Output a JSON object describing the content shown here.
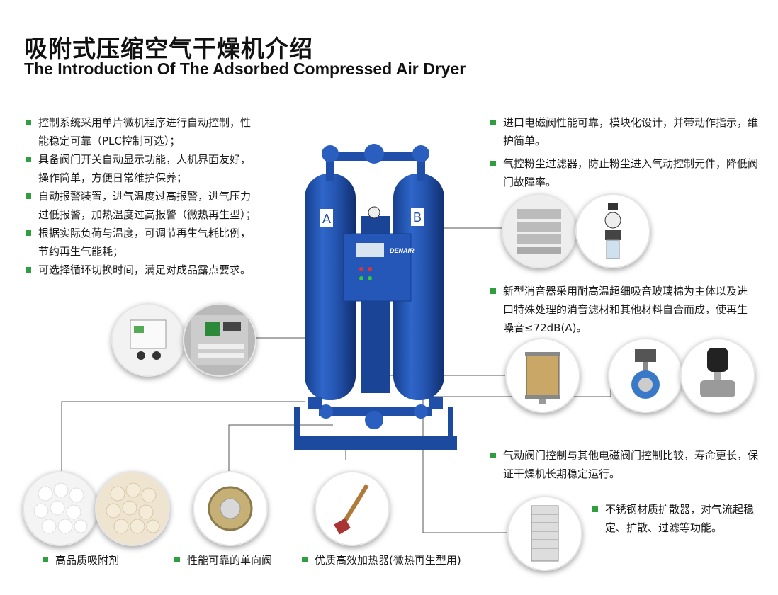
{
  "title": {
    "cn": "吸附式压缩空气干燥机介绍",
    "en": "The Introduction Of The Adsorbed Compressed Air Dryer"
  },
  "left_features": [
    "控制系统采用单片微机程序进行自动控制，性能稳定可靠（PLC控制可选）；",
    "具备阀门开关自动显示功能，人机界面友好，操作简单，方便日常维护保养；",
    "自动报警装置，进气温度过高报警，进气压力过低报警，加热温度过高报警（微热再生型）；",
    "根据实际负荷与温度，可调节再生气耗比例，节约再生气能耗；",
    "可选择循环切换时间，满足对成品露点要求。"
  ],
  "right_features_1": [
    "进口电磁阀性能可靠，模块化设计，并带动作指示，维护简单。",
    "气控粉尘过滤器，防止粉尘进入气动控制元件，降低阀门故障率。"
  ],
  "right_features_2": [
    "新型消音器采用耐高温超细吸音玻璃棉为主体以及进口特殊处理的消音滤材和其他材料自合而成，使再生噪音≤72dB(A)。"
  ],
  "right_features_3": [
    "气动阀门控制与其他电磁阀门控制比较，寿命更长，保证干燥机长期稳定运行。"
  ],
  "right_features_4": [
    "不锈钢材质扩散器，对气流起稳定、扩散、过滤等功能。"
  ],
  "captions": {
    "adsorbent": "高品质吸附剂",
    "check_valve": "性能可靠的单向阀",
    "heater": "优质高效加热器(微热再生型用)"
  },
  "machine": {
    "tank_a": "A",
    "tank_b": "B",
    "brand": "DENAIR"
  },
  "colors": {
    "accent_green": "#2e9e3e",
    "machine_blue": "#1f4fa8",
    "leader_line": "#555555"
  }
}
